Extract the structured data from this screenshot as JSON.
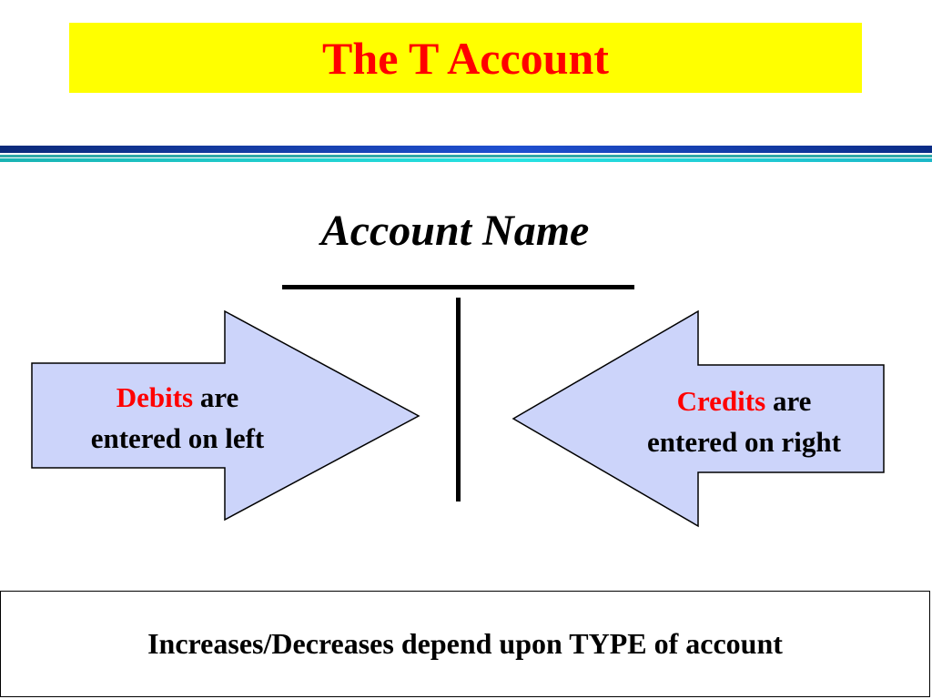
{
  "slide": {
    "title": "The T Account",
    "account_name": "Account Name",
    "left_arrow": {
      "highlight": "Debits",
      "rest_line1": " are",
      "line2": "entered on left"
    },
    "right_arrow": {
      "highlight": "Credits",
      "rest_line1": " are",
      "line2": "entered on right"
    },
    "footer": "Increases/Decreases depend upon TYPE of account"
  },
  "colors": {
    "title_bg": "#ffff00",
    "title_text": "#ff0000",
    "highlight_text": "#ff0000",
    "arrow_fill": "#ccd4fa",
    "arrow_stroke": "#000000",
    "body_text": "#000000"
  },
  "icons": {
    "left_arrow": "right-pointing-block-arrow",
    "right_arrow": "left-pointing-block-arrow"
  }
}
